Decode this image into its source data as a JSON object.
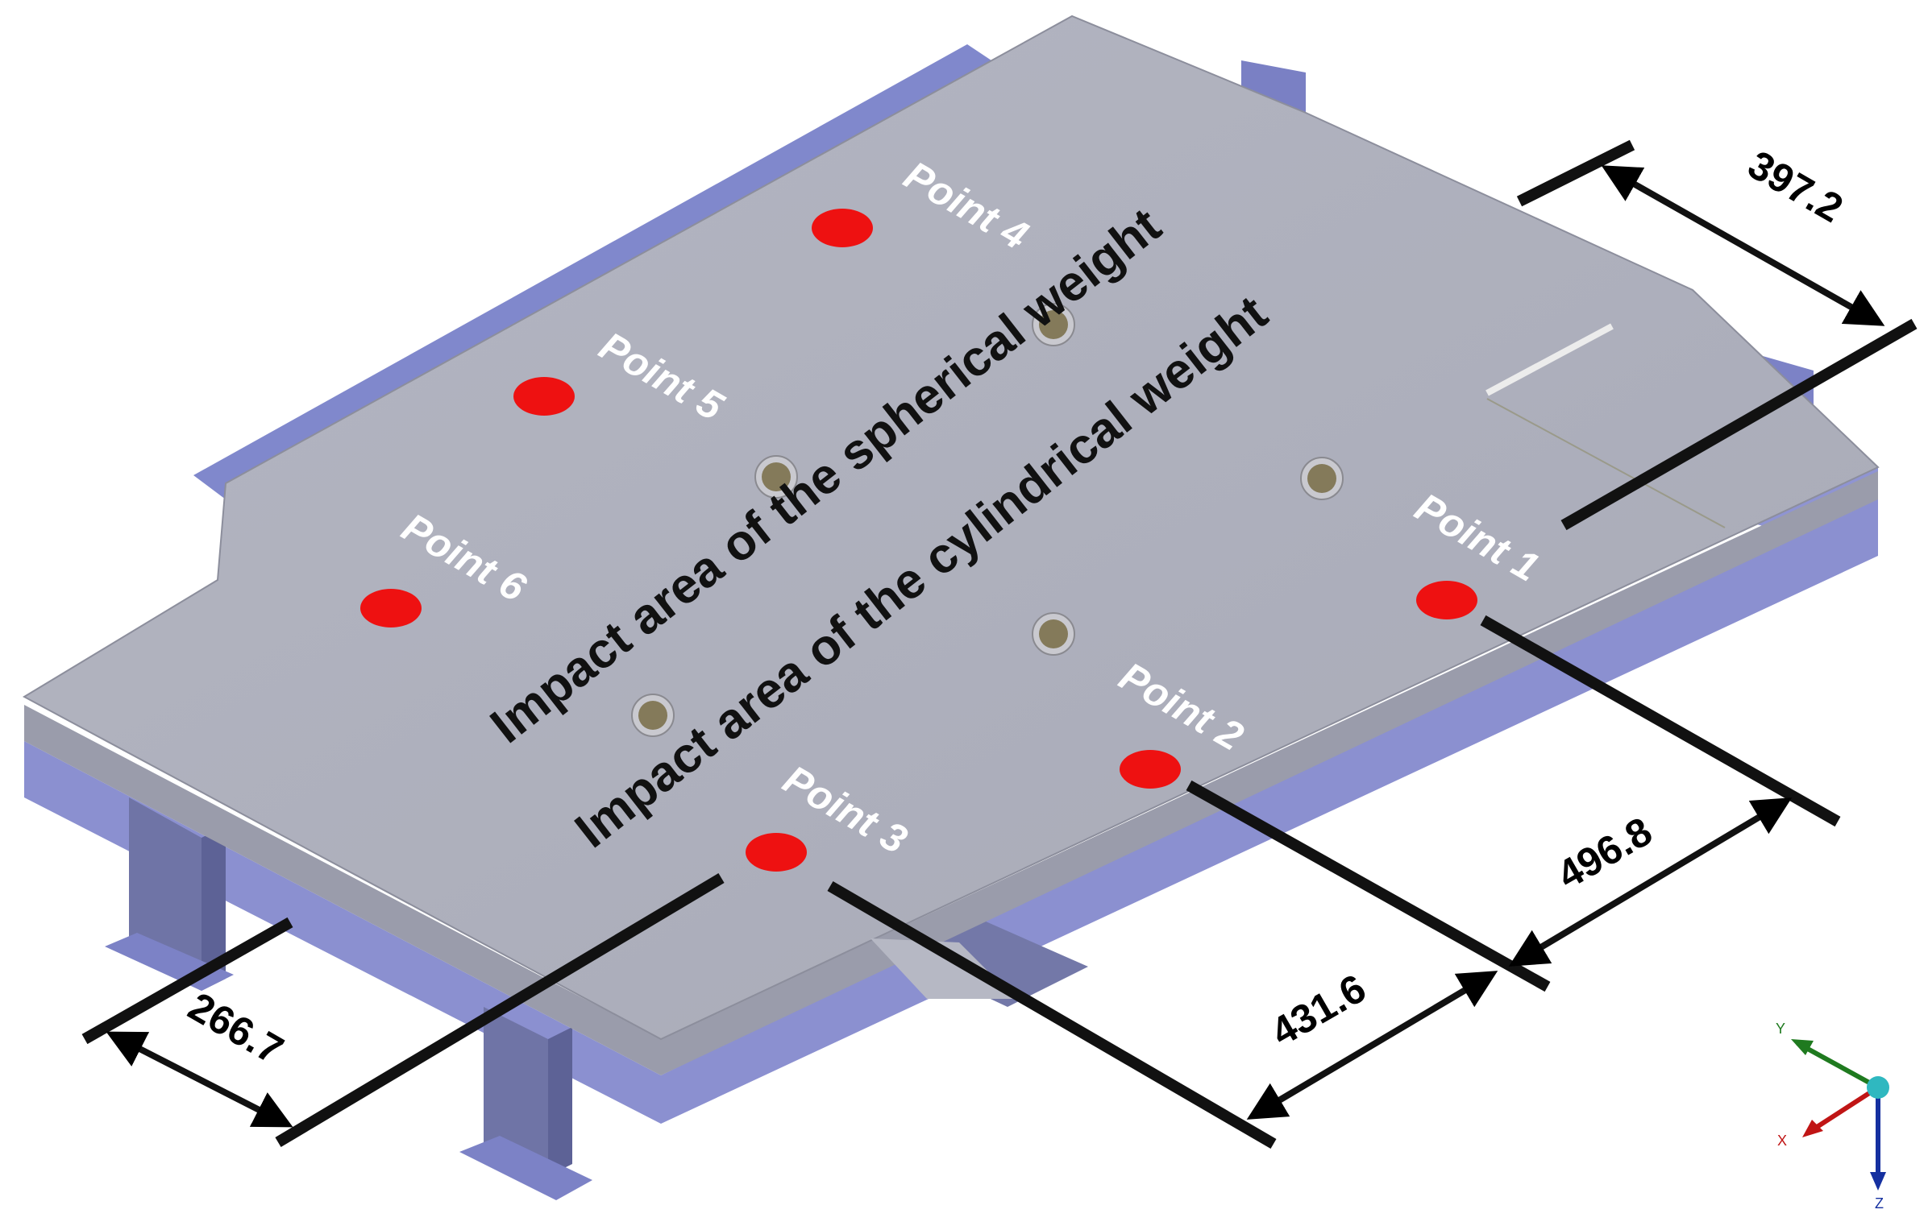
{
  "diagram": {
    "points": [
      {
        "id": "point-1",
        "label": "Point 1"
      },
      {
        "id": "point-2",
        "label": "Point 2"
      },
      {
        "id": "point-3",
        "label": "Point 3"
      },
      {
        "id": "point-4",
        "label": "Point 4"
      },
      {
        "id": "point-5",
        "label": "Point 5"
      },
      {
        "id": "point-6",
        "label": "Point 6"
      }
    ],
    "areas": {
      "spherical": "Impact area of the spherical weight",
      "cylindrical": "Impact area of the cylindrical weight"
    },
    "dimensions": {
      "d397": "397.2",
      "d496": "496.8",
      "d431": "431.6",
      "d266": "266.7"
    },
    "axes": {
      "x": "X",
      "y": "Y",
      "z": "Z"
    },
    "colors": {
      "marker": "#ee1111",
      "plate_top": "#aeb0bd",
      "frame": "#8a8fd0",
      "dimension_line": "#111111"
    }
  }
}
